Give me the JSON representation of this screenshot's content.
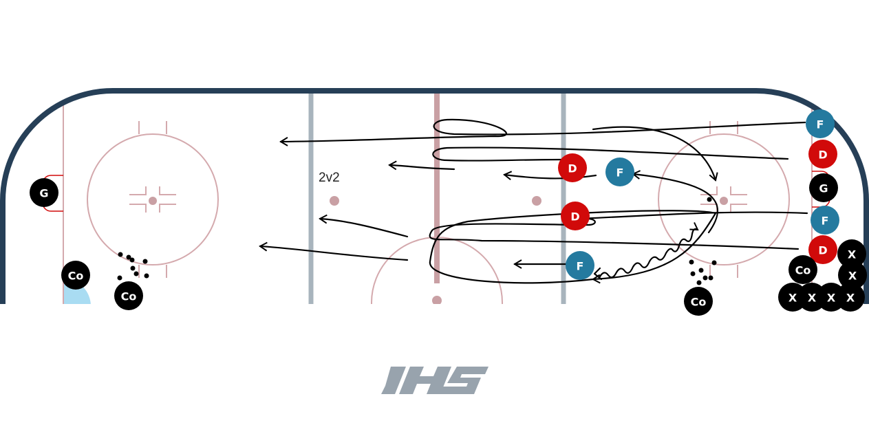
{
  "drill_label": "2v2",
  "logo_text": "IHS",
  "colors": {
    "boards": "#263f57",
    "red_player": "#d10a0a",
    "blue_player": "#247a9f",
    "black_player": "#000000",
    "red_line": "#c9a0a4",
    "blue_line": "#a8b4bd",
    "crease": "#a9dcf2",
    "logo": "#98a3ad"
  },
  "players": [
    {
      "label": "G",
      "team": "black"
    },
    {
      "label": "Co",
      "team": "black"
    },
    {
      "label": "Co",
      "team": "black"
    },
    {
      "label": "D",
      "team": "red"
    },
    {
      "label": "F",
      "team": "blue"
    },
    {
      "label": "D",
      "team": "red"
    },
    {
      "label": "F",
      "team": "blue"
    },
    {
      "label": "Co",
      "team": "black"
    },
    {
      "label": "F",
      "team": "blue"
    },
    {
      "label": "D",
      "team": "red"
    },
    {
      "label": "G",
      "team": "black"
    },
    {
      "label": "F",
      "team": "blue"
    },
    {
      "label": "D",
      "team": "red"
    },
    {
      "label": "X",
      "team": "black"
    },
    {
      "label": "Co",
      "team": "black"
    },
    {
      "label": "X",
      "team": "black"
    },
    {
      "label": "X",
      "team": "black"
    },
    {
      "label": "X",
      "team": "black"
    },
    {
      "label": "X",
      "team": "black"
    },
    {
      "label": "X",
      "team": "black"
    }
  ]
}
